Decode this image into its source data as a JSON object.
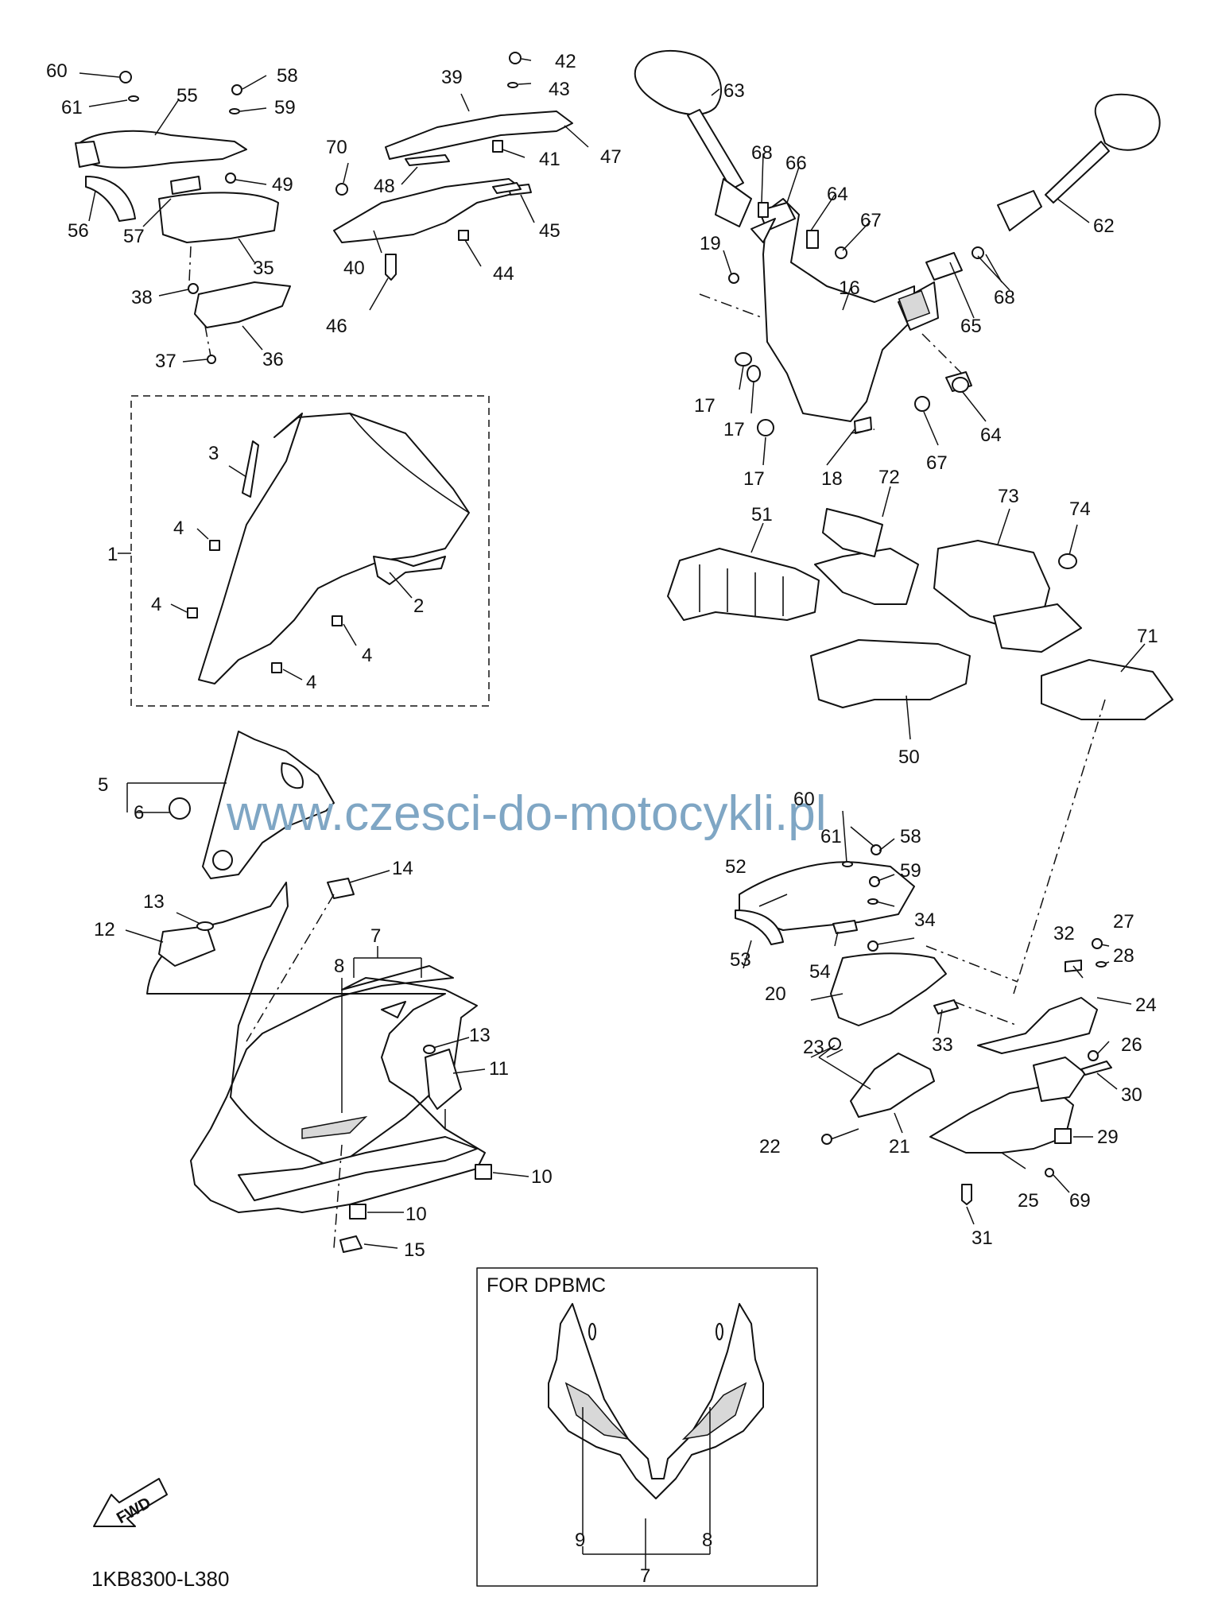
{
  "watermark": "www.czesci-do-motocykli.pl",
  "drawing_code": "1KB8300-L380",
  "variant_box_label": "FOR DPBMC",
  "fwd_label": "FWD",
  "callouts": [
    "1",
    "2",
    "3",
    "4",
    "5",
    "6",
    "7",
    "8",
    "9",
    "10",
    "11",
    "12",
    "13",
    "14",
    "15",
    "16",
    "17",
    "18",
    "19",
    "20",
    "21",
    "22",
    "23",
    "24",
    "25",
    "26",
    "27",
    "28",
    "29",
    "30",
    "31",
    "32",
    "33",
    "34",
    "35",
    "36",
    "37",
    "38",
    "39",
    "40",
    "41",
    "42",
    "43",
    "44",
    "45",
    "46",
    "47",
    "48",
    "49",
    "50",
    "51",
    "52",
    "53",
    "54",
    "55",
    "56",
    "57",
    "58",
    "59",
    "60",
    "61",
    "62",
    "63",
    "64",
    "65",
    "66",
    "67",
    "68",
    "69",
    "70",
    "71",
    "72",
    "73",
    "74"
  ],
  "colors": {
    "line": "#111111",
    "watermark": "#7fa6c4",
    "background": "#ffffff"
  }
}
